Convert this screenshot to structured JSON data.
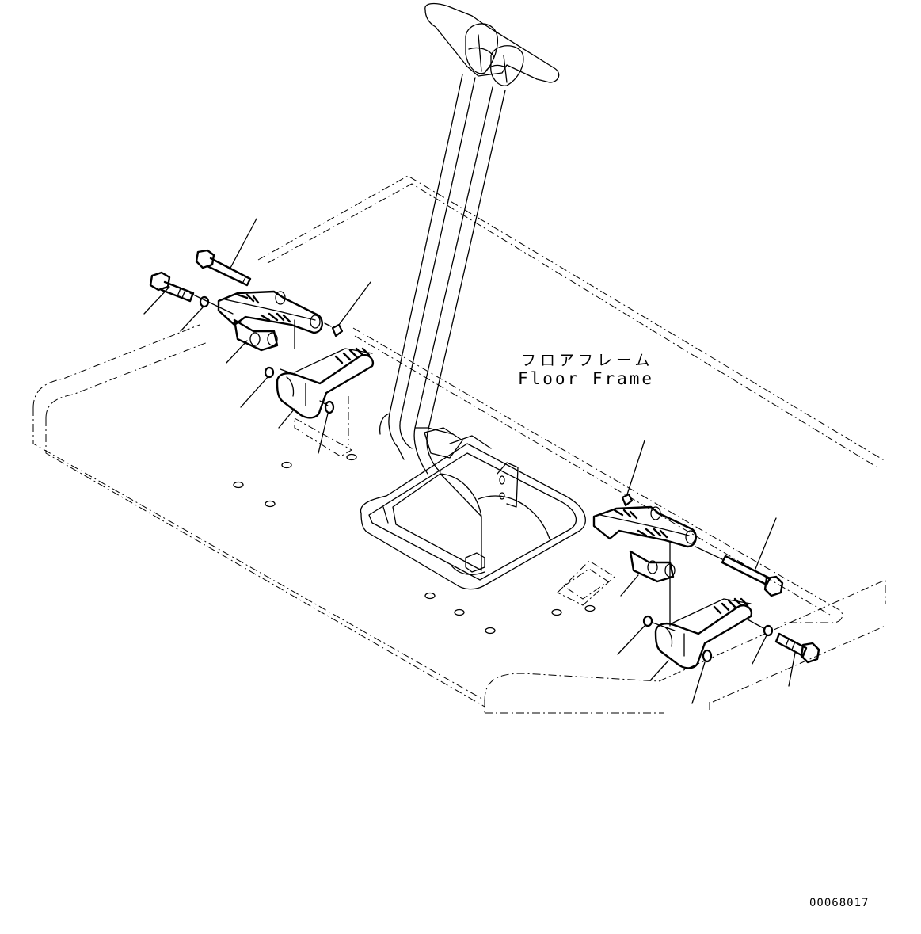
{
  "floor_frame_label": {
    "japanese": "フロアフレーム",
    "english": "Floor Frame"
  },
  "drawing_id": "00068017"
}
